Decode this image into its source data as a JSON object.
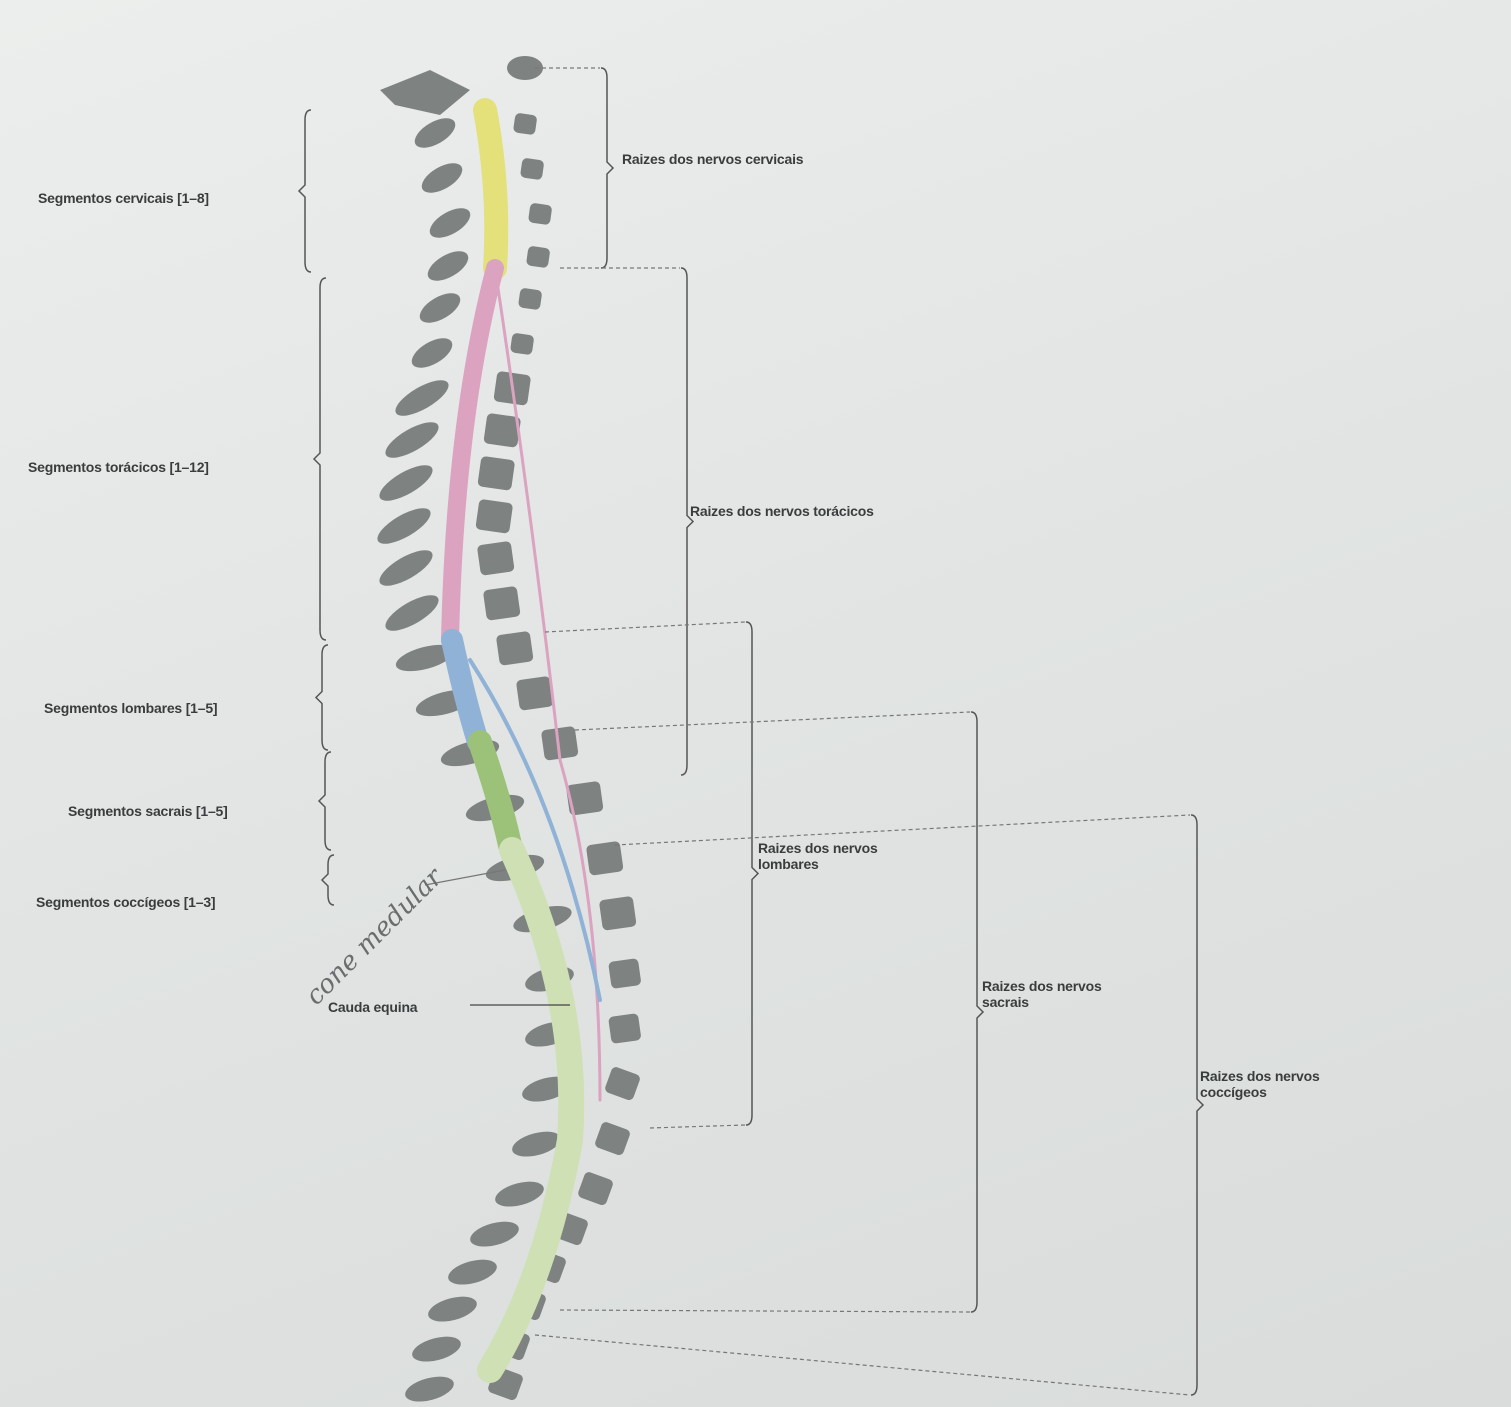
{
  "left_labels": {
    "cervical": "Segmentos cervicais [1–8]",
    "thoracic": "Segmentos torácicos [1–12]",
    "lumbar": "Segmentos lombares [1–5]",
    "sacral": "Segmentos sacrais [1–5]",
    "coccygeal": "Segmentos coccígeos [1–3]"
  },
  "right_labels": {
    "cervical": "Raizes dos nervos cervicais",
    "thoracic": "Raizes dos nervos torácicos",
    "lumbar_1": "Raizes dos nervos",
    "lumbar_2": "lombares",
    "sacral_1": "Raizes dos nervos",
    "sacral_2": "sacrais",
    "coccygeal_1": "Raizes dos nervos",
    "coccygeal_2": "coccígeos"
  },
  "cauda_equina": "Cauda equina",
  "handwritten_note": "cone medular",
  "colors": {
    "cervical": "#e4e07a",
    "thoracic": "#dba3c0",
    "lumbar": "#8fb2d6",
    "sacral": "#9cc27a",
    "cauda": "#cfe0b4",
    "bone": "#7e8281"
  }
}
